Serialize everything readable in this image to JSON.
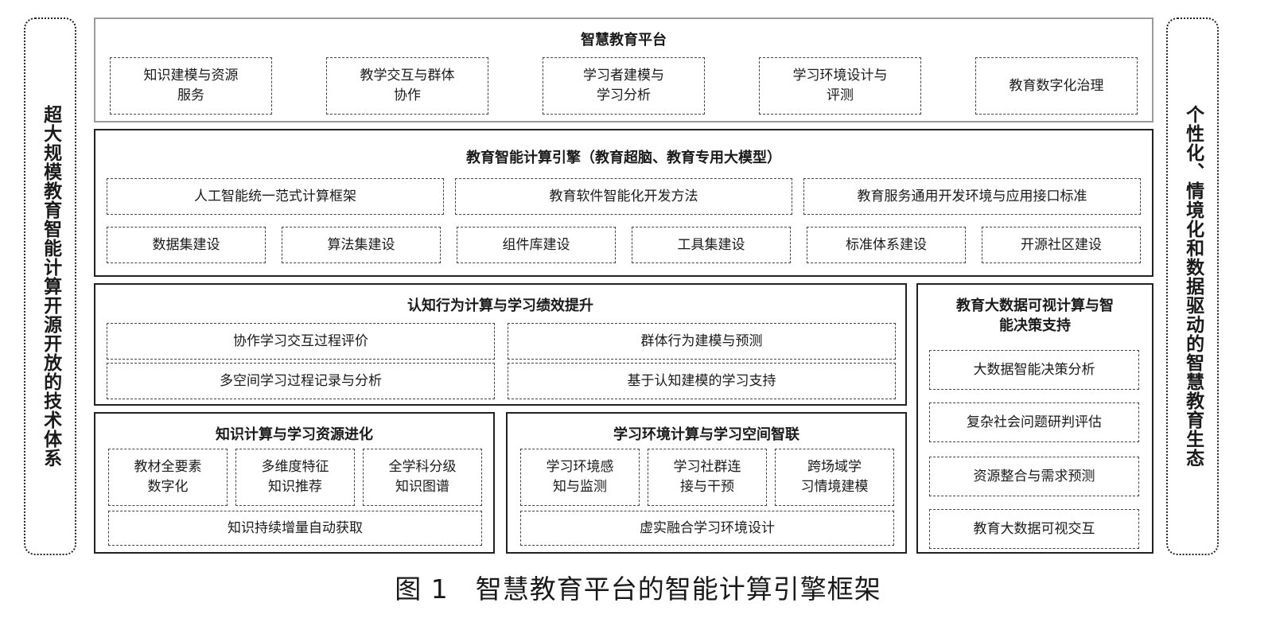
{
  "left_sidebar": {
    "text": "超大规模教育智能计算开源开放的技术体系"
  },
  "right_sidebar": {
    "text": "个性化、情境化和数据驱动的智慧教育生态"
  },
  "platform": {
    "title": "智慧教育平台",
    "items": [
      "知识建模与资源\n服务",
      "教学交互与群体\n协作",
      "学习者建模与\n学习分析",
      "学习环境设计与\n评测",
      "教育数字化治理"
    ]
  },
  "engine": {
    "title": "教育智能计算引擎（教育超脑、教育专用大模型）",
    "row1": [
      "人工智能统一范式计算框架",
      "教育软件智能化开发方法",
      "教育服务通用开发环境与应用接口标准"
    ],
    "row2": [
      "数据集建设",
      "算法集建设",
      "组件库建设",
      "工具集建设",
      "标准体系建设",
      "开源社区建设"
    ]
  },
  "cognitive": {
    "title": "认知行为计算与学习绩效提升",
    "items": [
      "协作学习交互过程评价",
      "群体行为建模与预测",
      "多空间学习过程记录与分析",
      "基于认知建模的学习支持"
    ]
  },
  "knowledge": {
    "title": "知识计算与学习资源进化",
    "items": [
      "教材全要素\n数字化",
      "多维度特征\n知识推荐",
      "全学科分级\n知识图谱"
    ],
    "bottom": "知识持续增量自动获取"
  },
  "environment": {
    "title": "学习环境计算与学习空间智联",
    "items": [
      "学习环境感\n知与监测",
      "学习社群连\n接与干预",
      "跨场域学\n习情境建模"
    ],
    "bottom": "虚实融合学习环境设计"
  },
  "bigdata": {
    "title": "教育大数据可视计算与智\n能决策支持",
    "items": [
      "大数据智能决策分析",
      "复杂社会问题研判评估",
      "资源整合与需求预测",
      "教育大数据可视交互"
    ]
  },
  "caption": "图 1　智慧教育平台的智能计算引擎框架"
}
